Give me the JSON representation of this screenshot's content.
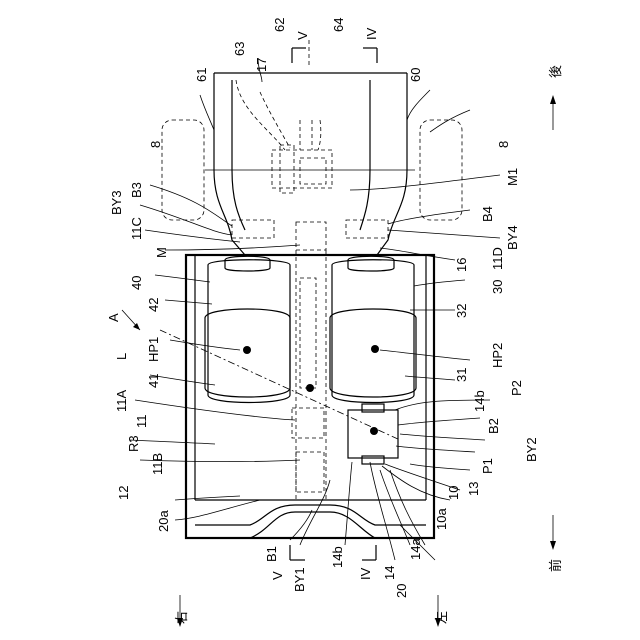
{
  "labels": {
    "A": "A",
    "L": "L",
    "HP1": "HP1",
    "HP2": "HP2",
    "P1": "P1",
    "P2": "P2",
    "R3": "R3",
    "M": "M",
    "M1": "M1",
    "B1": "B1",
    "B2": "B2",
    "B3": "B3",
    "B4": "B4",
    "BY1": "BY1",
    "BY2": "BY2",
    "BY3": "BY3",
    "BY4": "BY4",
    "n8a": "8",
    "n8b": "8",
    "n10": "10",
    "n10a": "10a",
    "n11": "11",
    "n11A": "11A",
    "n11B": "11B",
    "n11C": "11C",
    "n11D": "11D",
    "n12": "12",
    "n13": "13",
    "n14": "14",
    "n14a": "14a",
    "n14b_top": "14b",
    "n14b_bottom": "14b",
    "n16": "16",
    "n17": "17",
    "n20": "20",
    "n20a": "20a",
    "n30": "30",
    "n31": "31",
    "n32": "32",
    "n40": "40",
    "n41": "41",
    "n42": "42",
    "n60": "60",
    "n61": "61",
    "n62": "62",
    "n63": "63",
    "n64": "64",
    "V_top": "V",
    "IV_top": "IV",
    "V_bottom": "V",
    "IV_bottom": "IV"
  },
  "directions": {
    "rear": "後",
    "front": "前",
    "right": "右",
    "left": "左"
  }
}
